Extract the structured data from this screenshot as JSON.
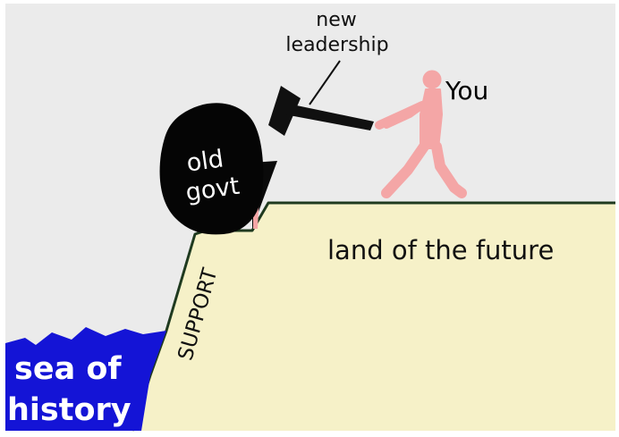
{
  "labels": {
    "new": "new",
    "leadership": "leadership",
    "you": "You",
    "old": "old",
    "govt": "govt",
    "land": "land of the future",
    "support": "SUPPORT",
    "sea": "sea of",
    "history": "history"
  },
  "colors": {
    "sky": "#ebebeb",
    "land": "#f6f1c8",
    "cliff_outline": "#1f3a1f",
    "sea": "#1414d6",
    "boulder": "#050505",
    "person": "#f4a6a6",
    "hammer": "#101010"
  },
  "icons": {
    "boulder": "boulder-icon",
    "person": "walking-person-icon",
    "hammer": "sledgehammer-icon"
  }
}
